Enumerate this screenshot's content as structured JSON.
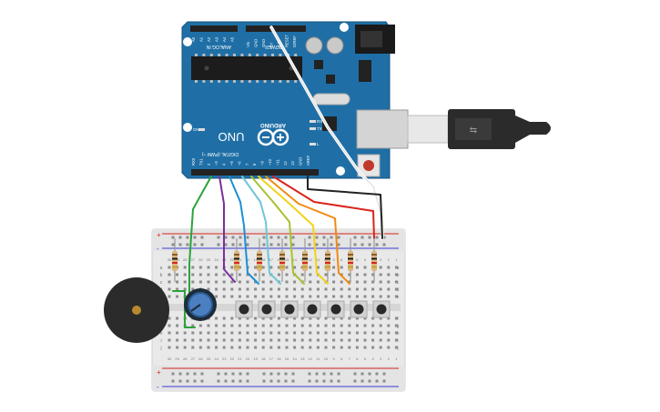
{
  "arduino": {
    "board_name": "UNO",
    "brand": "ARDUINO",
    "analog_header_label": "ANALOG IN",
    "analog_pins": [
      "A0",
      "A1",
      "A2",
      "A3",
      "A4",
      "A5"
    ],
    "power_header_label": "POWER",
    "power_pins": [
      "Vin",
      "GND",
      "GND",
      "5V",
      "3.3V",
      "RESET",
      "IOREF"
    ],
    "digital_header_label": "DIGITAL (PWM ~)",
    "digital_pins": [
      "RX0",
      "TX1",
      "2",
      "~3",
      "4",
      "~5",
      "~6",
      "7",
      "8",
      "~9",
      "~10",
      "~11",
      "12",
      "13",
      "GND",
      "AREF"
    ],
    "indicator_labels": {
      "on": "ON",
      "rx": "RX",
      "tx": "TX",
      "l": "L"
    },
    "board_color": "#1f6fa6"
  },
  "breadboard": {
    "rail_plus": "+",
    "rail_minus": "-",
    "row_letters_top": [
      "a",
      "b",
      "c",
      "d",
      "e"
    ],
    "row_letters_bottom": [
      "f",
      "g",
      "h",
      "i",
      "j"
    ],
    "column_numbers": [
      "30",
      "29",
      "28",
      "27",
      "26",
      "25",
      "24",
      "23",
      "22",
      "21",
      "20",
      "19",
      "18",
      "17",
      "16",
      "15",
      "14",
      "13",
      "12",
      "11",
      "10",
      "9",
      "8",
      "7",
      "6",
      "5",
      "4",
      "3",
      "2",
      "1"
    ]
  },
  "components": {
    "buzzer": "piezo-buzzer",
    "potentiometer": "potentiometer",
    "push_buttons": 7,
    "resistors": 8
  },
  "wire_colors": {
    "green": "#2aa43a",
    "purple": "#7b2e9c",
    "blue": "#1b8fd6",
    "light_blue": "#6ec6d8",
    "yellow_green": "#a6c22e",
    "yellow": "#f2d21a",
    "orange": "#f08a12",
    "red": "#d9251c",
    "black": "#222222",
    "white": "#ffffff"
  }
}
